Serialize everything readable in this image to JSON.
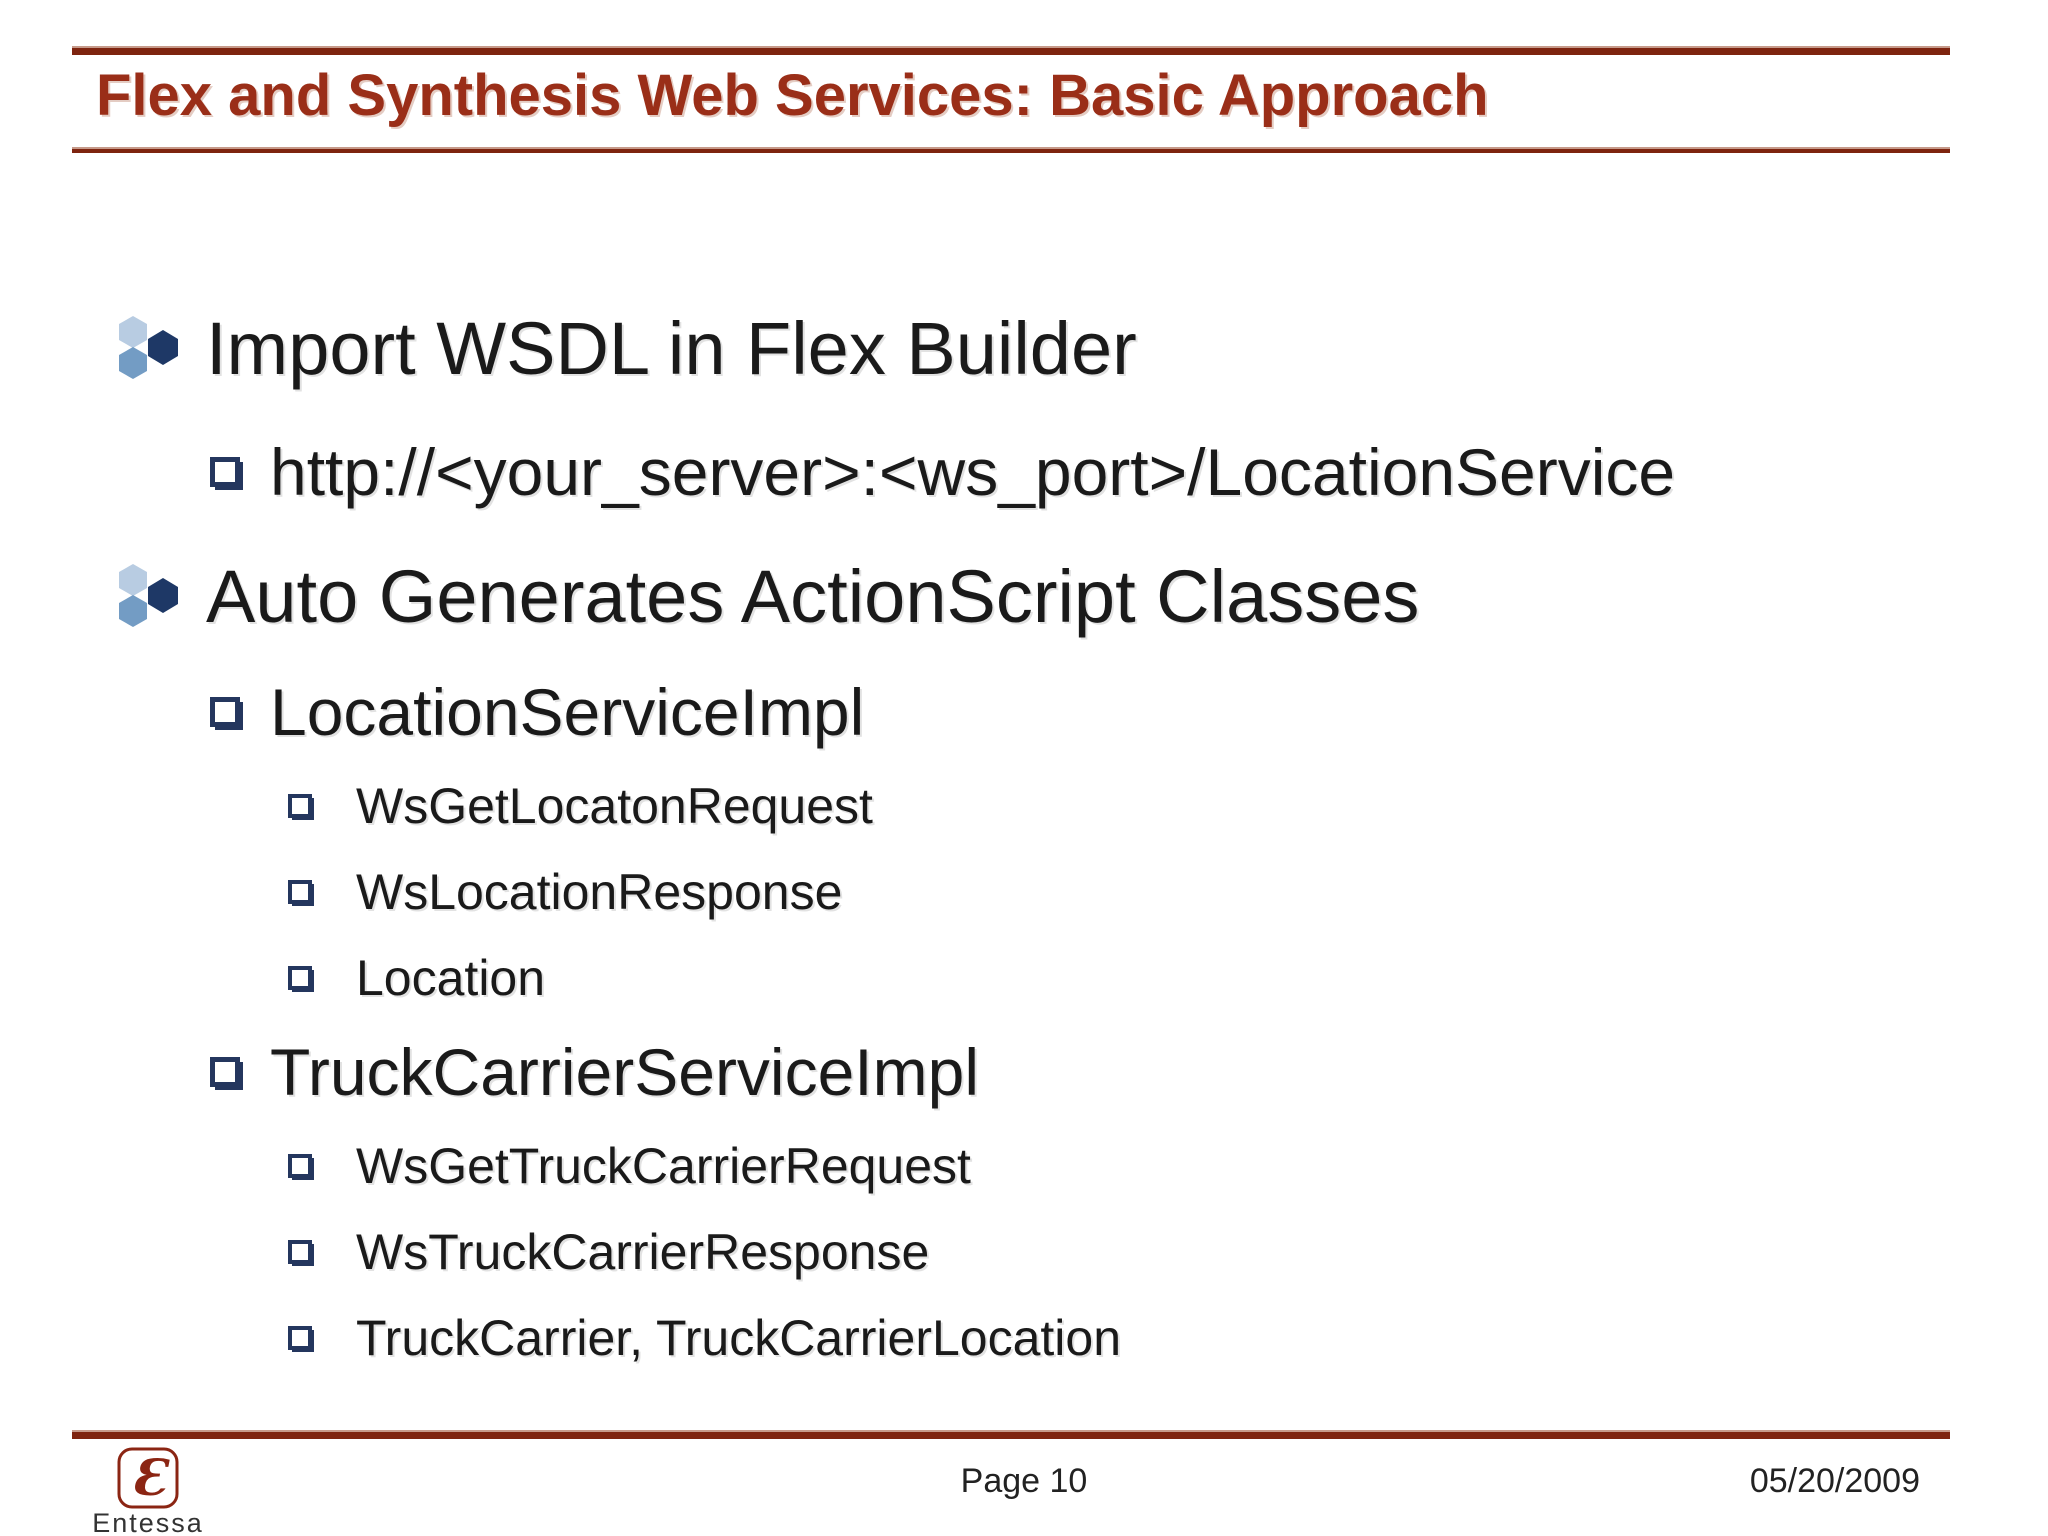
{
  "slide": {
    "title": "Flex and Synthesis Web Services: Basic Approach",
    "bullets": [
      {
        "level": 1,
        "text": "Import WSDL in Flex Builder"
      },
      {
        "level": 2,
        "text": "http://<your_server>:<ws_port>/LocationService"
      },
      {
        "level": 1,
        "text": "Auto Generates ActionScript Classes"
      },
      {
        "level": 2,
        "text": "LocationServiceImpl"
      },
      {
        "level": 3,
        "text": "WsGetLocatonRequest"
      },
      {
        "level": 3,
        "text": "WsLocationResponse"
      },
      {
        "level": 3,
        "text": "Location"
      },
      {
        "level": 2,
        "text": "TruckCarrierServiceImpl"
      },
      {
        "level": 3,
        "text": "WsGetTruckCarrierRequest"
      },
      {
        "level": 3,
        "text": "WsTruckCarrierResponse"
      },
      {
        "level": 3,
        "text": "TruckCarrier, TruckCarrierLocation"
      }
    ],
    "bullet_icons": {
      "level1": "hexagon-cluster-icon",
      "level2": "shadowed-square-icon",
      "level3": "shadowed-square-icon"
    },
    "footer": {
      "logo_glyph": "Ɛ",
      "logo_caption": "Entessa",
      "page_label": "Page 10",
      "date": "05/20/2009"
    },
    "colors": {
      "title_red": "#9a2e18",
      "rule_red": "#7e240f",
      "bullet_navy": "#24365e",
      "hex_light": "#b8cce2",
      "hex_mid": "#739cc4",
      "hex_dark": "#1e3866",
      "body_text": "#1a1a1a",
      "logo_red": "#8b2513"
    }
  }
}
